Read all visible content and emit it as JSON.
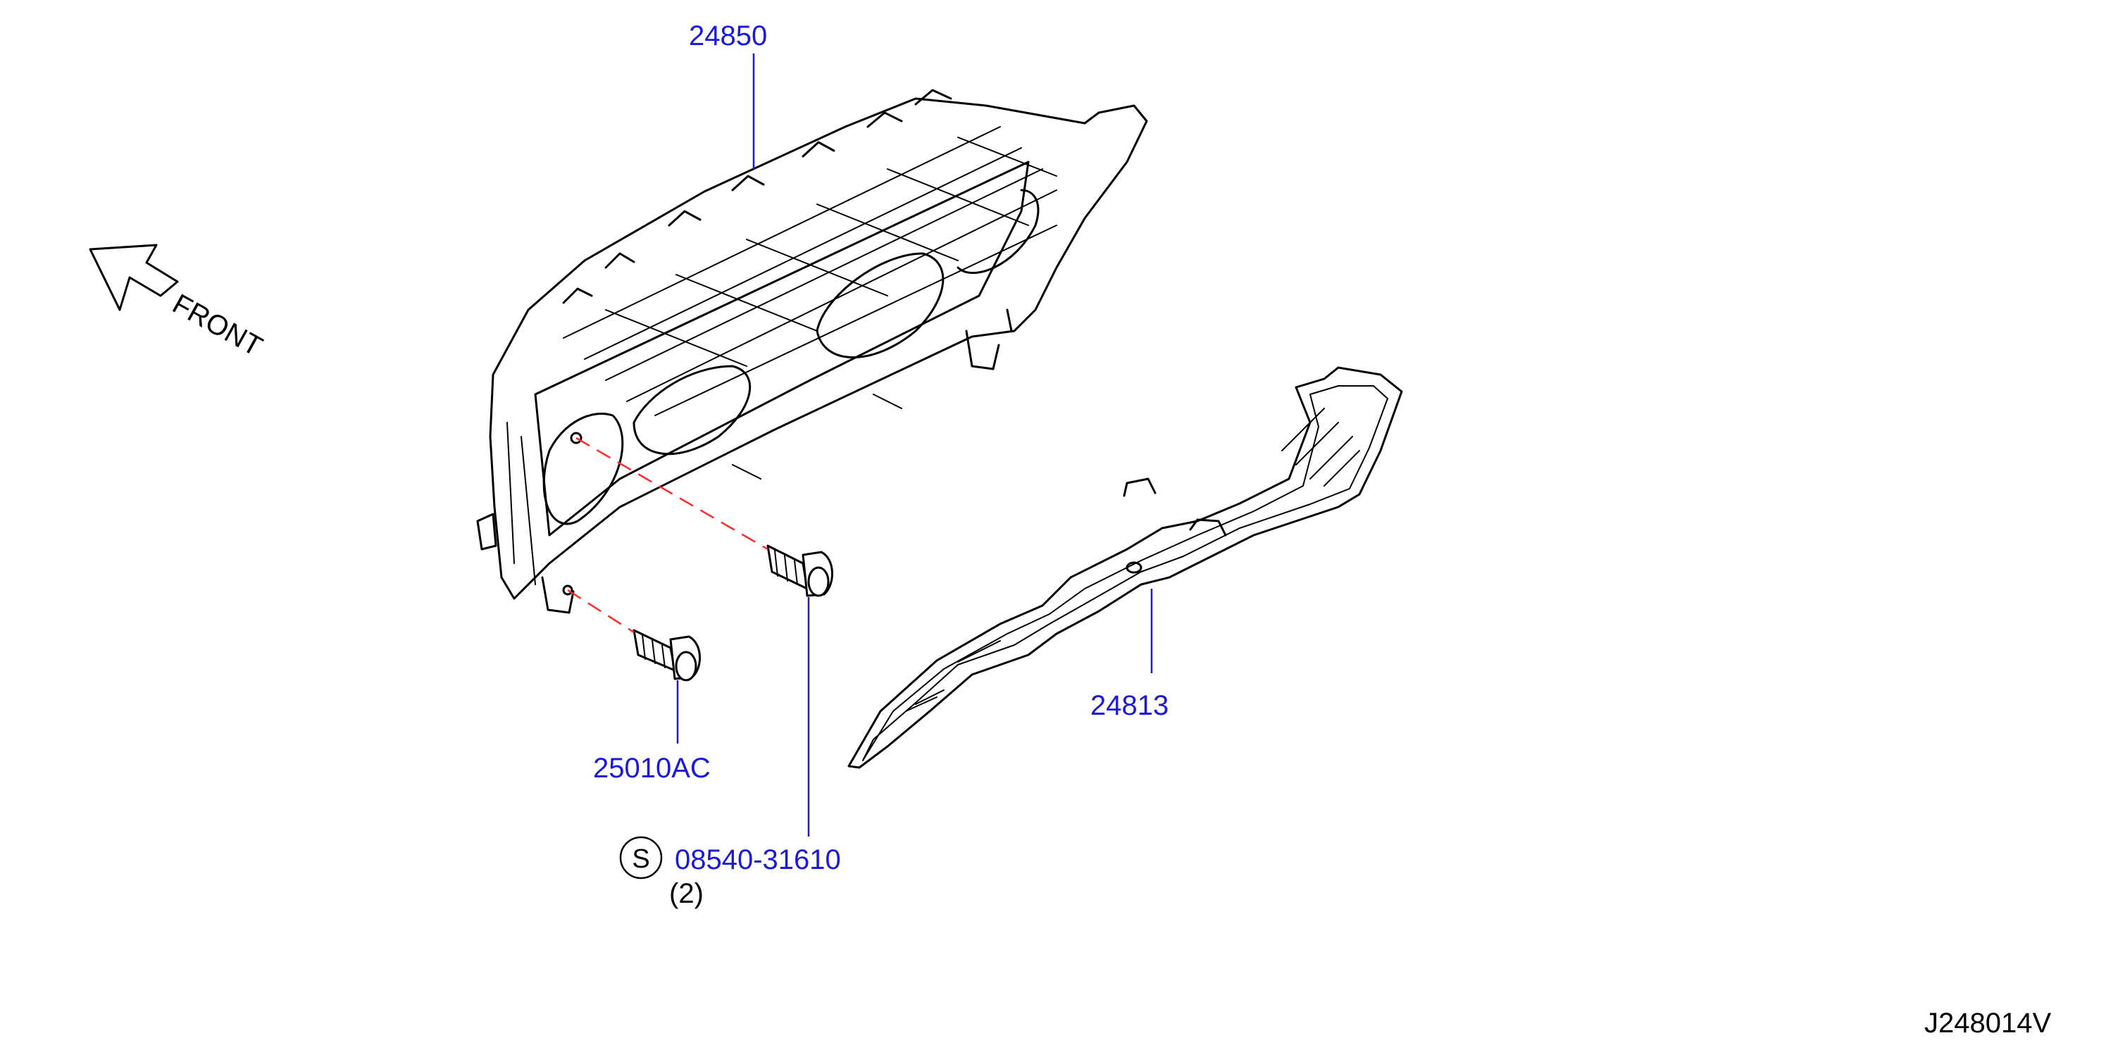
{
  "labels": {
    "p24850": "24850",
    "p24813": "24813",
    "p25010AC": "25010AC",
    "p08540": "08540-31610",
    "qty": "(2)",
    "s_mark": "S",
    "front": "FRONT",
    "diagram_code": "J248014V"
  },
  "icons": {
    "front_arrow": "front-arrow-icon",
    "standard_part": "s-circle-icon"
  },
  "colors": {
    "part_number": "#1a1adb",
    "lines": "#000000",
    "dashed_leader": "#ff2a2a"
  }
}
